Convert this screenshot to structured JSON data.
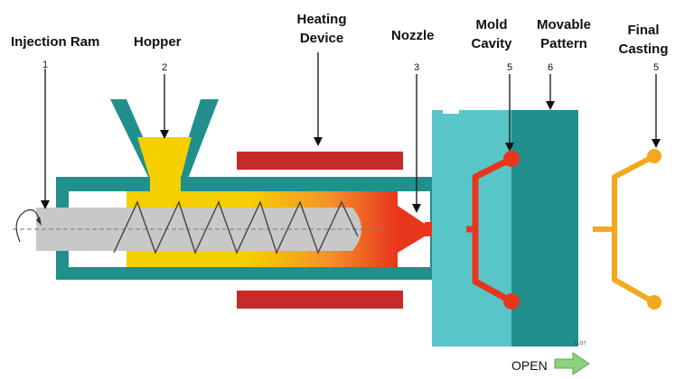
{
  "labels": {
    "injection_ram": "Injection Ram",
    "hopper": "Hopper",
    "heating_line1": "Heating",
    "heating_line2": "Device",
    "nozzle": "Nozzle",
    "mold_line1": "Mold",
    "mold_line2": "Cavity",
    "movable_line1": "Movable",
    "movable_line2": "Pattern",
    "final_line1": "Final",
    "final_line2": "Casting"
  },
  "numbers": {
    "injection_ram": "1",
    "hopper": "2",
    "nozzle": "3",
    "mold_cavity": "5",
    "movable_pattern": "6",
    "final_casting": "5"
  },
  "watermark": "LLO7",
  "open_label": "OPEN",
  "colors": {
    "barrel": "#21908c",
    "material": "#f5cf00",
    "melt_hot": "#e8361c",
    "heater": "#c62a2a",
    "ram": "#c8c8c8",
    "mold_fixed": "#58c6c8",
    "mold_movable": "#21908c",
    "casting": "#f3a81e",
    "arrow": "#8fcf7e"
  }
}
